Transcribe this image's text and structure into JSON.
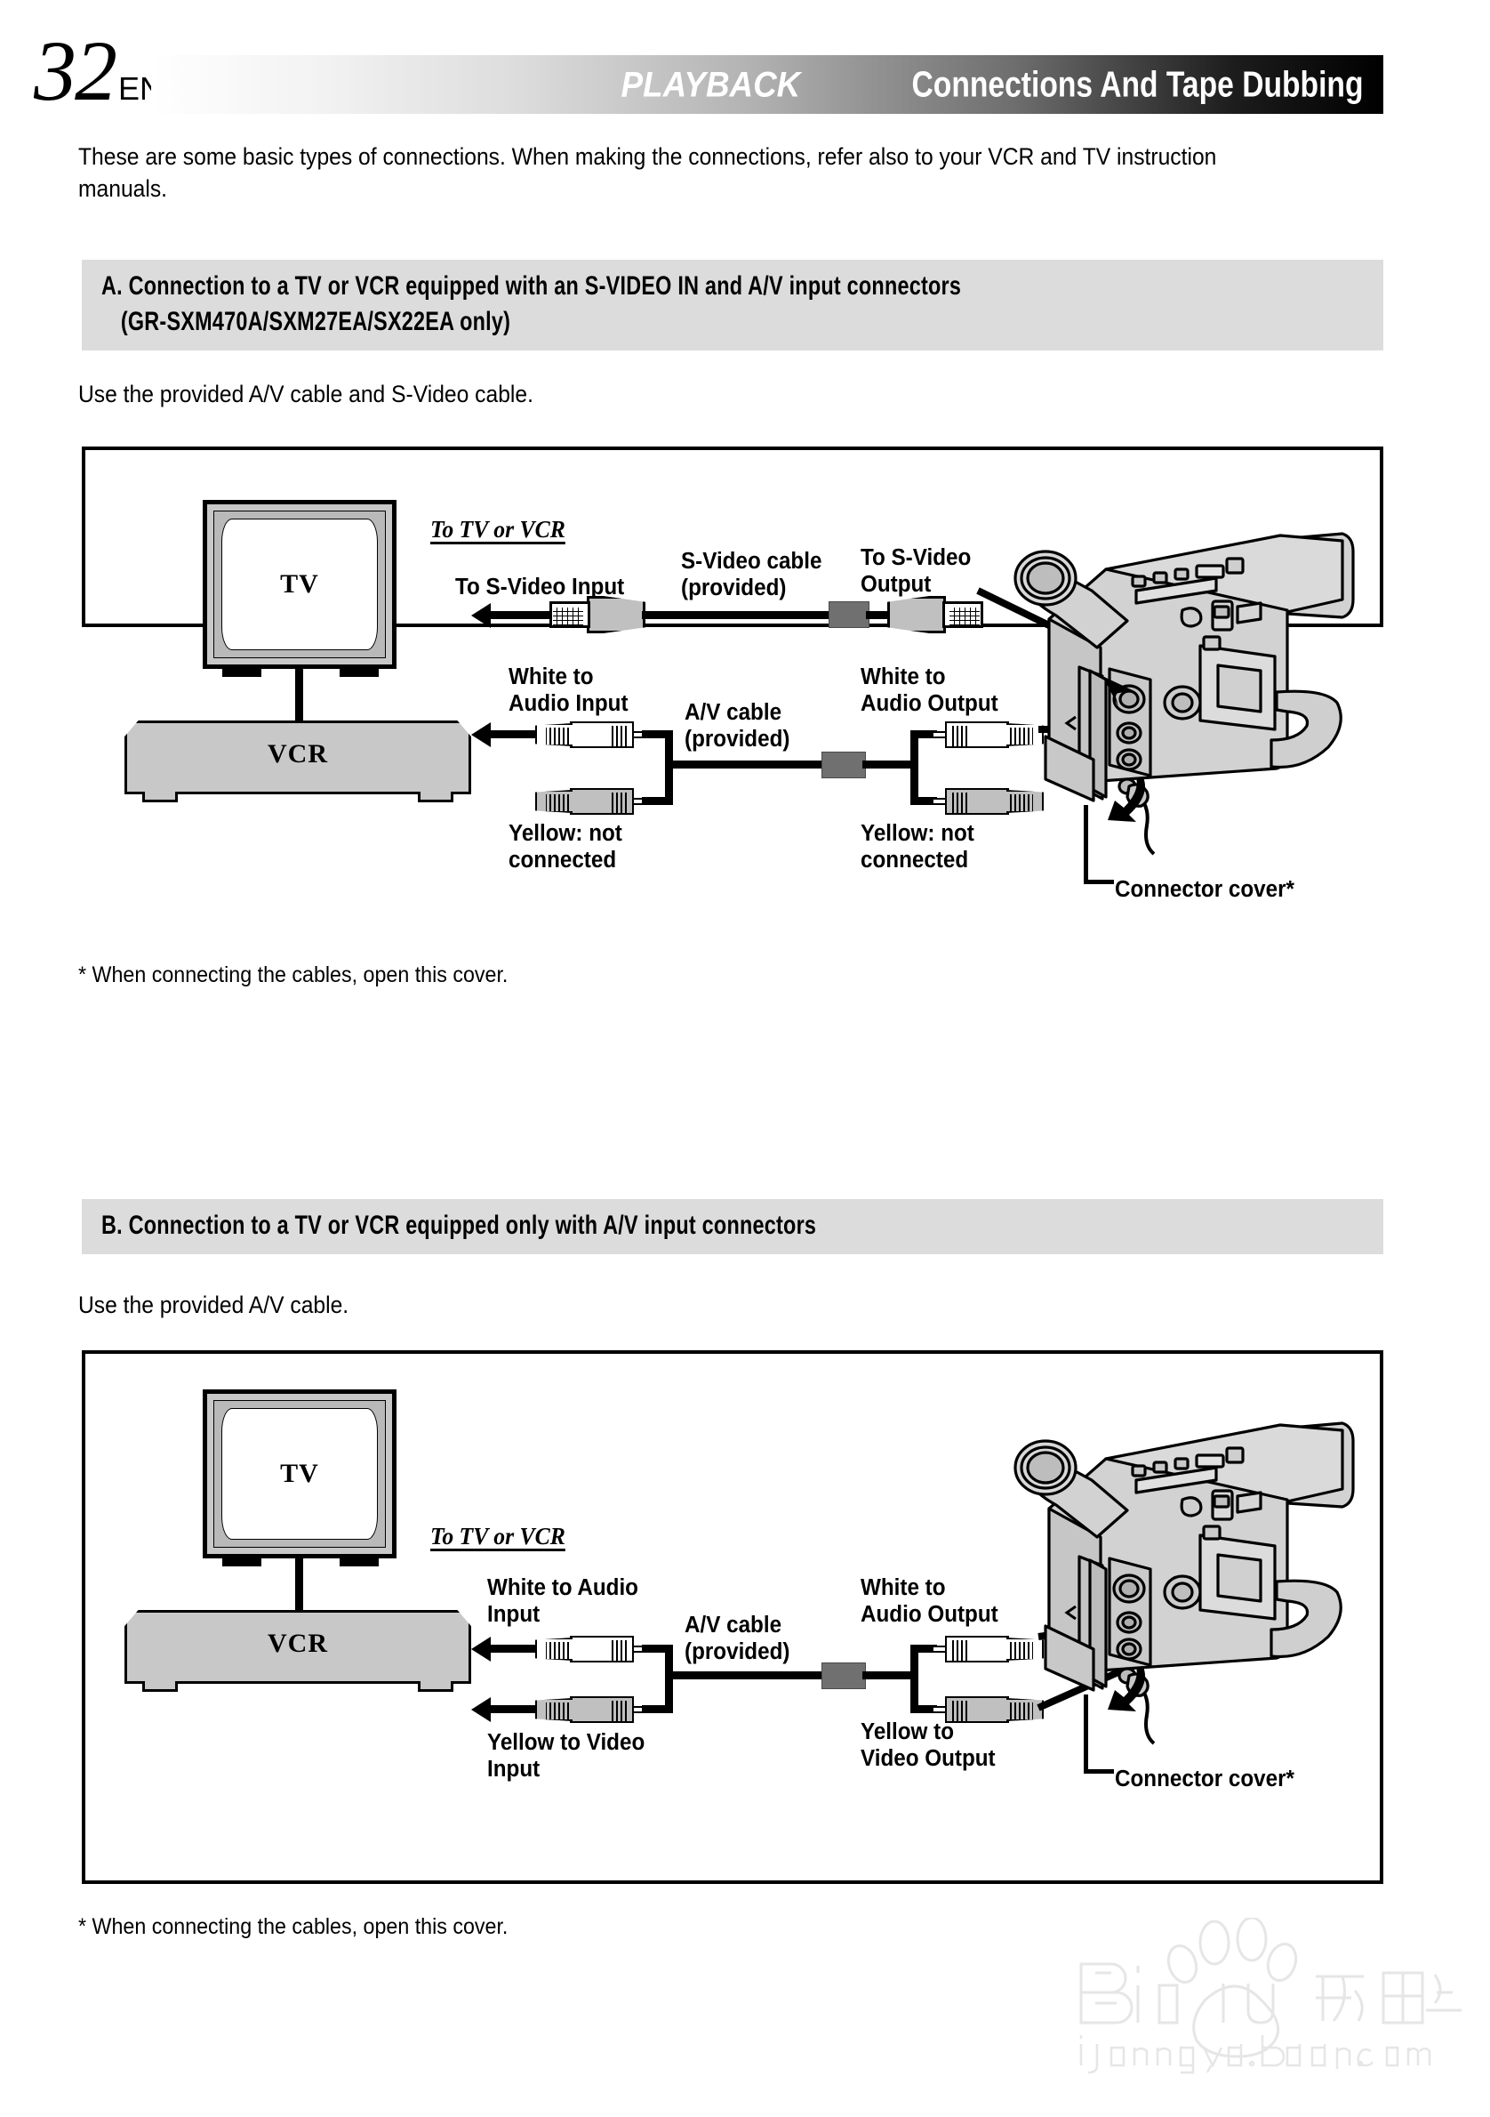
{
  "page": {
    "number": "32",
    "lang_code": "EN"
  },
  "header": {
    "section": "PLAYBACK",
    "title": "Connections And Tape Dubbing"
  },
  "intro": "These are some basic types of connections. When making the connections, refer also to your VCR and TV instruction manuals.",
  "section_a": {
    "heading_line1": "A. Connection to a TV or VCR equipped with an S-VIDEO IN and A/V input connectors",
    "heading_line2": "(GR-SXM470A/SXM27EA/SX22EA only)",
    "use_line": "Use the provided A/V cable and S-Video cable.",
    "footnote": "* When connecting the cables, open this cover.",
    "diagram": {
      "tv_label": "TV",
      "vcr_label": "VCR",
      "to_tv_or_vcr": "To TV or VCR",
      "to_s_video_input": "To S-Video Input",
      "s_video_cable": "S-Video cable\n(provided)",
      "to_s_video_output": "To S-Video\nOutput",
      "white_to_audio_input": "White to\nAudio Input",
      "av_cable": "A/V cable\n(provided)",
      "white_to_audio_output": "White to\nAudio Output",
      "yellow_not_connected_left": "Yellow: not\nconnected",
      "yellow_not_connected_right": "Yellow: not\nconnected",
      "connector_cover": "Connector cover*"
    }
  },
  "section_b": {
    "heading_line1": "B. Connection to a TV or VCR equipped only with A/V input connectors",
    "use_line": "Use the provided A/V cable.",
    "footnote": "* When connecting the cables, open this cover.",
    "diagram": {
      "tv_label": "TV",
      "vcr_label": "VCR",
      "to_tv_or_vcr": "To TV or VCR",
      "white_to_audio_input": "White to Audio\nInput",
      "av_cable": "A/V cable\n(provided)",
      "white_to_audio_output": "White to\nAudio Output",
      "yellow_to_video_input": "Yellow to Video\nInput",
      "yellow_to_video_output": "Yellow to\nVideo Output",
      "connector_cover": "Connector cover*"
    }
  },
  "watermark": {
    "brand": "Baidu",
    "brand_cn": "经验",
    "url": "jingyan.baidu.com"
  },
  "colors": {
    "band_gray": "#dcdcdc",
    "device_gray": "#c8c8c8",
    "ferrite_gray": "#707070",
    "ink": "#000000"
  }
}
